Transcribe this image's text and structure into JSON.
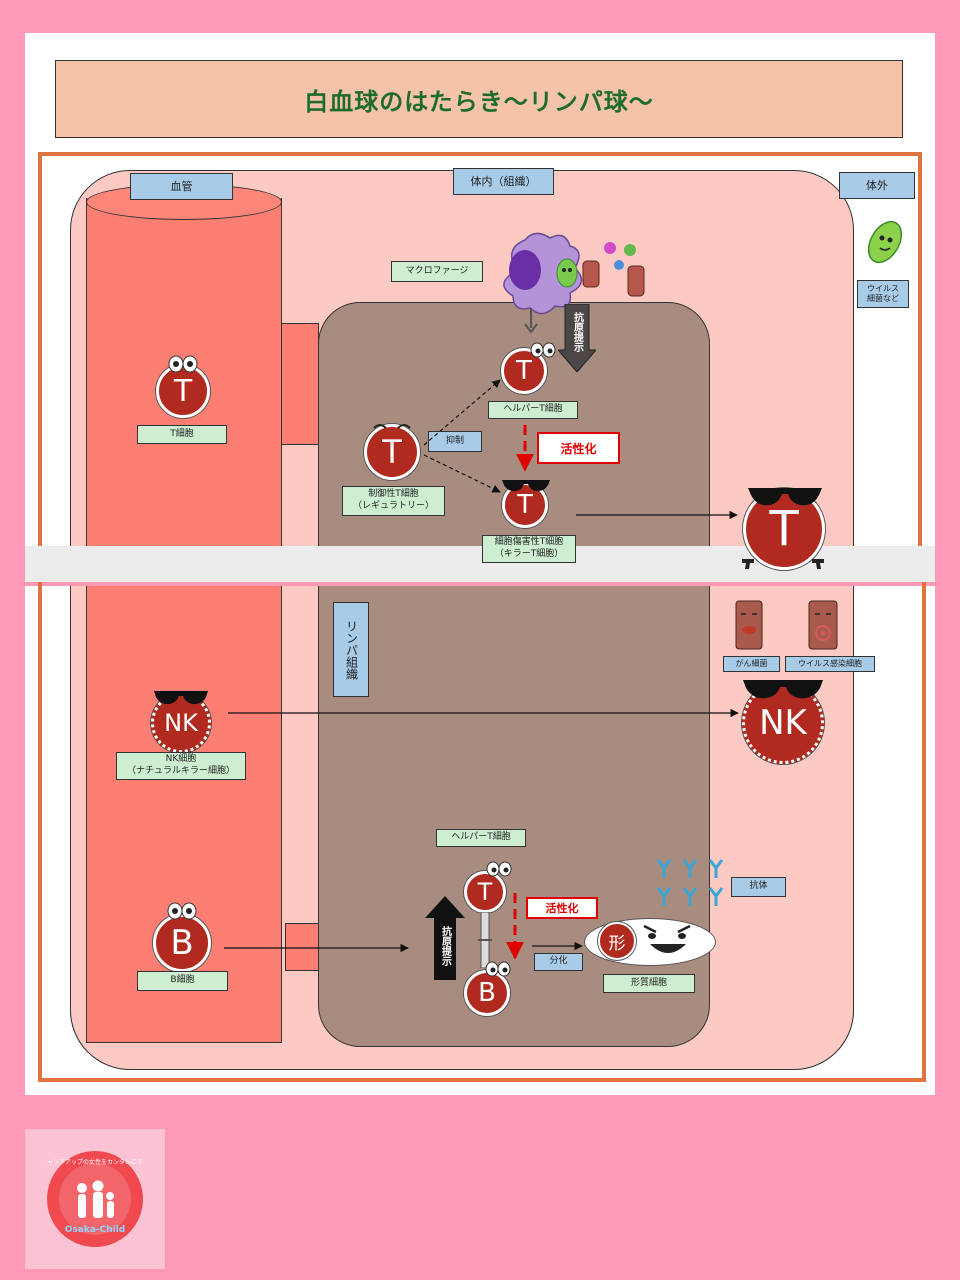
{
  "title": "白血球のはたらき〜リンパ球〜",
  "colors": {
    "background": "#fd98b5",
    "frame": "#e0743e",
    "title_text": "#1e6b2e",
    "activation": "#e00000",
    "cell": "#b12a1f",
    "vessel": "#fd7f73",
    "lymph_tissue": "#a98c80",
    "body_tissue": "#fccac2"
  },
  "regions": {
    "blood_vessel": "血管",
    "body_tissue": "体内（組織）",
    "outside_body": "体外",
    "lymph_tissue": "リンパ組織"
  },
  "labels": {
    "macrophage": "マクロファージ",
    "virus_bacteria": "ウイルス\n細菌など",
    "antigen_presentation": "抗原提示",
    "t_cell": "T細胞",
    "helper_t": "ヘルパーT細胞",
    "regulatory_t": "制御性T細胞\n（レギュラトリー）",
    "suppression": "抑制",
    "activation": "活性化",
    "killer_t": "細胞傷害性T細胞\n（キラーT細胞）",
    "cancer_cell": "がん細菌",
    "virus_infected_cell": "ウイルス感染細胞",
    "nk_cell": "NK細胞\n（ナチュラルキラー細胞）",
    "helper_t_2": "ヘルパーT細胞",
    "activation_2": "活性化",
    "antigen_presentation_2": "抗原提示",
    "differentiation": "分化",
    "antibody": "抗体",
    "plasma_cell": "形質細胞",
    "b_cell": "B細胞"
  },
  "cell_letters": {
    "t": "T",
    "nk": "NK",
    "b": "B",
    "plasma": "形"
  },
  "logo": {
    "ring_text": "キャリアアップの女性をカンタンにする",
    "brand": "Osaka-Child"
  }
}
